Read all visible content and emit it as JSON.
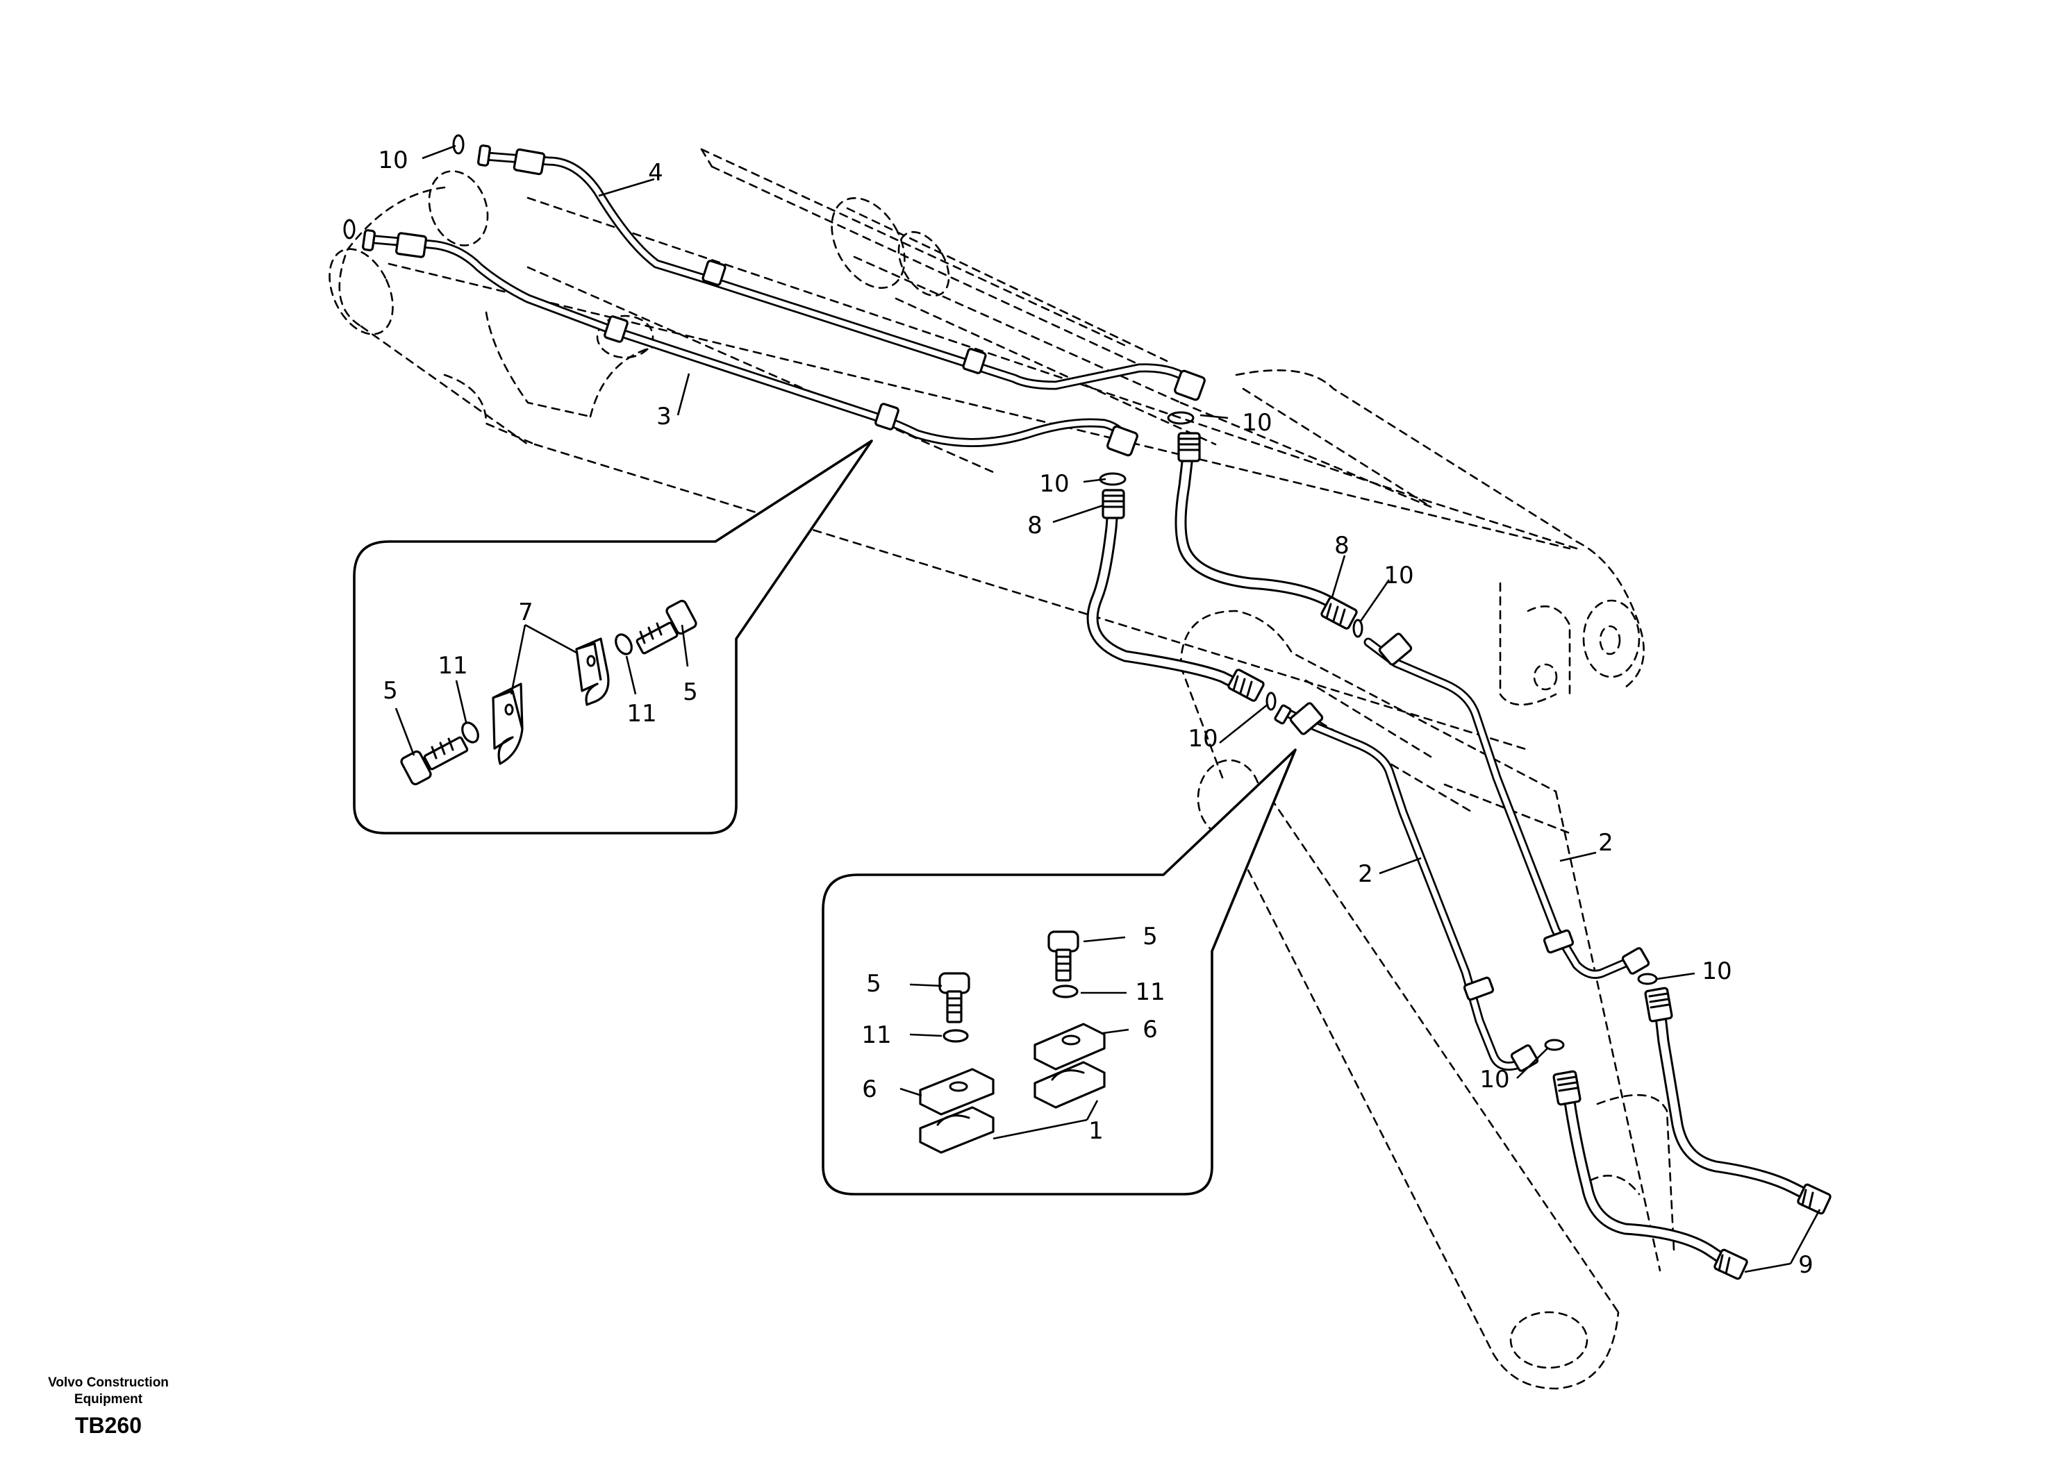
{
  "diagram": {
    "footer": {
      "company_line1": "Volvo Construction",
      "company_line2": "Equipment",
      "drawing_code": "TB260"
    },
    "part_labels": {
      "p1": "1",
      "p2": "2",
      "p3": "3",
      "p4": "4",
      "p5": "5",
      "p6": "6",
      "p7": "7",
      "p8": "8",
      "p9": "9",
      "p10": "10",
      "p11": "11"
    }
  }
}
